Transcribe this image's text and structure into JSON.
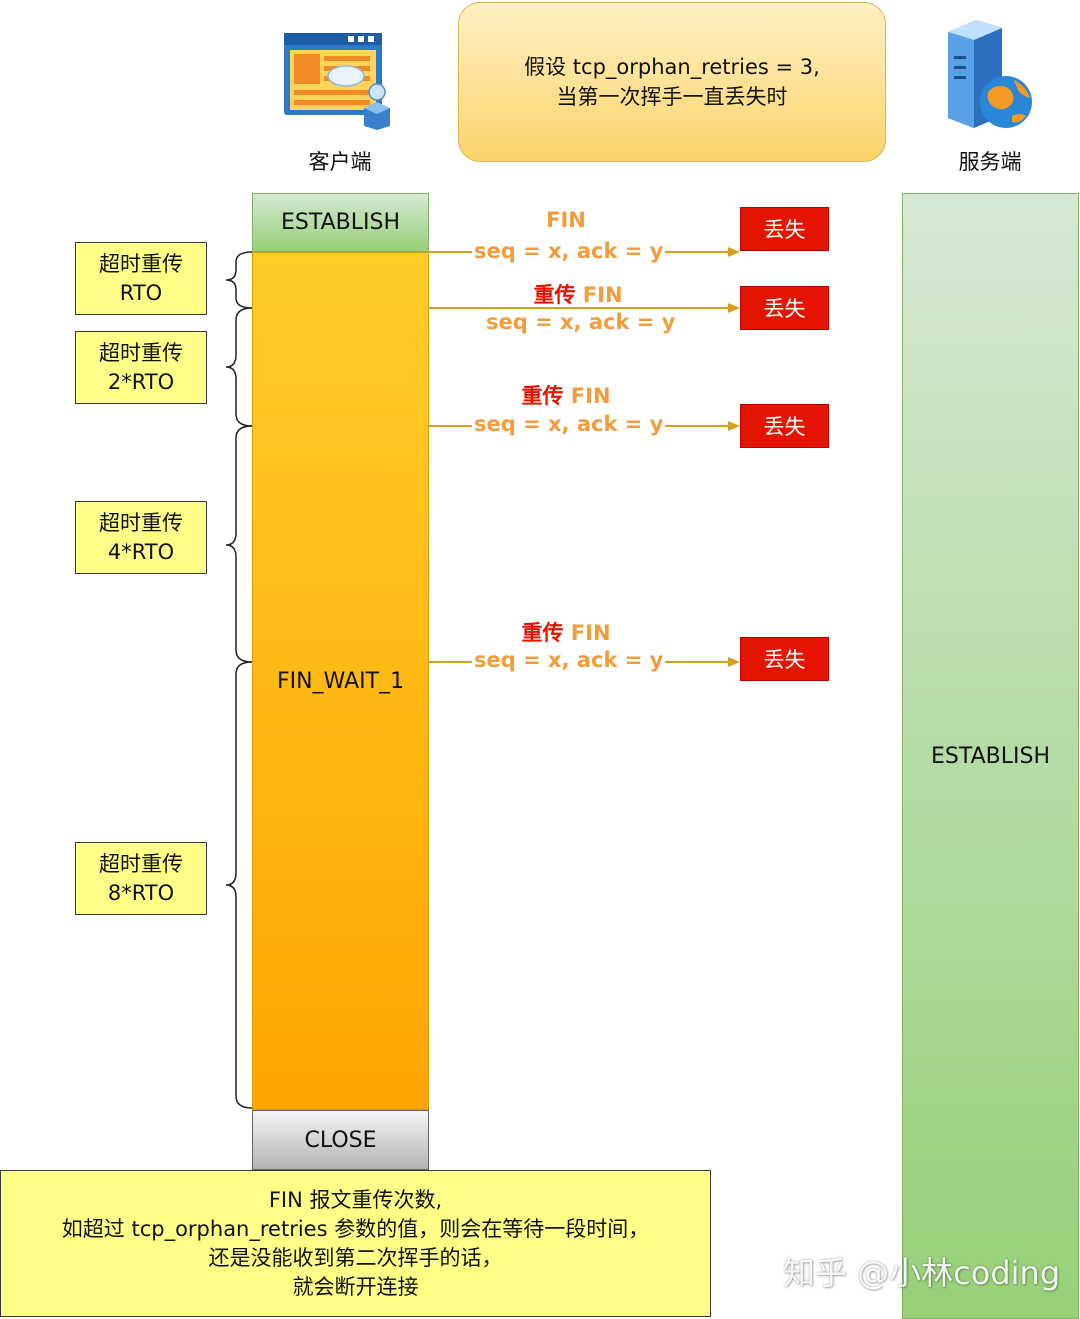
{
  "actors": {
    "client_label": "客户端",
    "server_label": "服务端"
  },
  "note": {
    "line1": "假设  tcp_orphan_retries = 3,",
    "line2": "当第一次挥手一直丢失时"
  },
  "client_states": {
    "establish": "ESTABLISH",
    "fin_wait": "FIN_WAIT_1",
    "close": "CLOSE"
  },
  "server_state": "ESTABLISH",
  "timeouts": [
    {
      "line1": "超时重传",
      "line2": "RTO"
    },
    {
      "line1": "超时重传",
      "line2": "2*RTO"
    },
    {
      "line1": "超时重传",
      "line2": "4*RTO"
    },
    {
      "line1": "超时重传",
      "line2": "8*RTO"
    }
  ],
  "messages": [
    {
      "prefix": "",
      "fin": "FIN",
      "seq": "seq = x,  ack = y",
      "status": "丢失"
    },
    {
      "prefix": "重传 ",
      "fin": "FIN",
      "seq": "seq = x,  ack = y",
      "status": "丢失"
    },
    {
      "prefix": "重传 ",
      "fin": "FIN",
      "seq": "seq = x,  ack = y",
      "status": "丢失"
    },
    {
      "prefix": "重传 ",
      "fin": "FIN",
      "seq": "seq = x,  ack = y",
      "status": "丢失"
    }
  ],
  "bottom_note": {
    "line1": "FIN 报文重传次数,",
    "line2": "如超过 tcp_orphan_retries 参数的值，则会在等待一段时间，",
    "line3": "还是没能收到第二次挥手的话，",
    "line4": "就会断开连接"
  },
  "watermark": "知乎 @小林coding",
  "colors": {
    "arrow": "#d6a01e",
    "fin_text": "#f39c3c",
    "retransmit_text": "#e51400",
    "lost_box": "#e51400"
  }
}
